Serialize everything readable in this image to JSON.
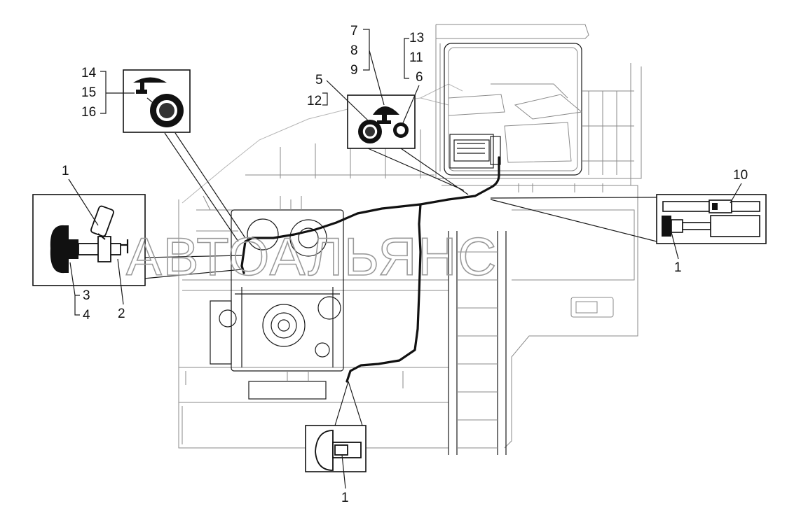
{
  "watermark": "АВТОАЛЬЯНС",
  "callouts": {
    "c1_left": "1",
    "c2": "2",
    "c3": "3",
    "c4": "4",
    "c5": "5",
    "c6": "6",
    "c7": "7",
    "c8": "8",
    "c9": "9",
    "c10": "10",
    "c1_right": "1",
    "c11": "11",
    "c12": "12",
    "c13": "13",
    "c14": "14",
    "c15": "15",
    "c16": "16",
    "c1_bottom": "1"
  },
  "colors": {
    "line": "#111111",
    "hidden_line": "#8a8a8a",
    "faint_line": "#b5b5b5",
    "background": "#ffffff"
  }
}
